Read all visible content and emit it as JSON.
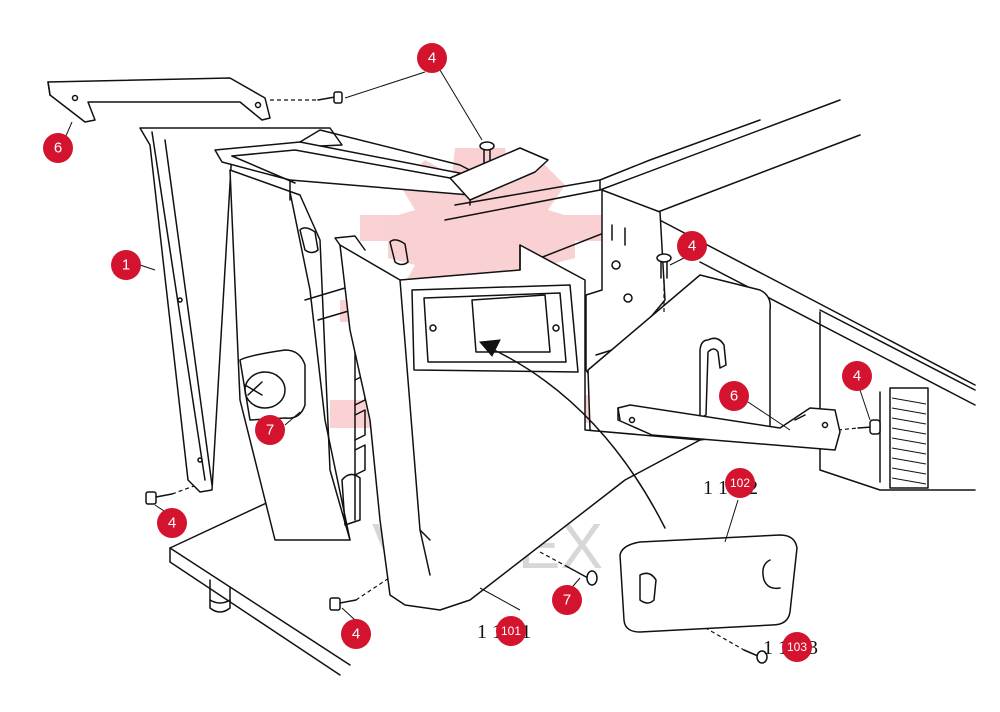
{
  "watermark": {
    "text": "VIHTEX",
    "color": "#e8323c"
  },
  "colors": {
    "callout": "#d4142e",
    "line": "#111111"
  },
  "part_labels": [
    {
      "id": "101",
      "printed": "1 1011"
    },
    {
      "id": "102",
      "printed": "1 1022"
    },
    {
      "id": "103",
      "printed": "1 1033"
    }
  ],
  "callouts": [
    {
      "label": "4"
    },
    {
      "label": "6"
    },
    {
      "label": "1"
    },
    {
      "label": "4"
    },
    {
      "label": "7"
    },
    {
      "label": "4"
    },
    {
      "label": "6"
    },
    {
      "label": "4"
    },
    {
      "label": "4"
    },
    {
      "label": "7"
    },
    {
      "label": "4"
    },
    {
      "label": "102"
    },
    {
      "label": "101"
    },
    {
      "label": "103"
    }
  ]
}
